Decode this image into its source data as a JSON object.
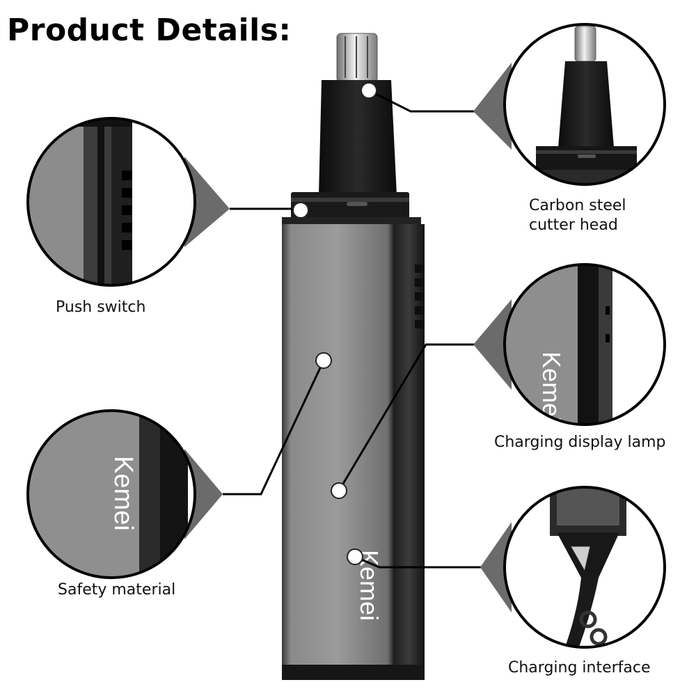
{
  "title": "Product Details:",
  "brand": "Kemei",
  "callouts": {
    "cutter_head": {
      "line1": "Carbon steel",
      "line2": "cutter head"
    },
    "push_switch": "Push switch",
    "charging_lamp": "Charging display lamp",
    "safety_material": "Safety material",
    "charging_interface": "Charging interface"
  }
}
